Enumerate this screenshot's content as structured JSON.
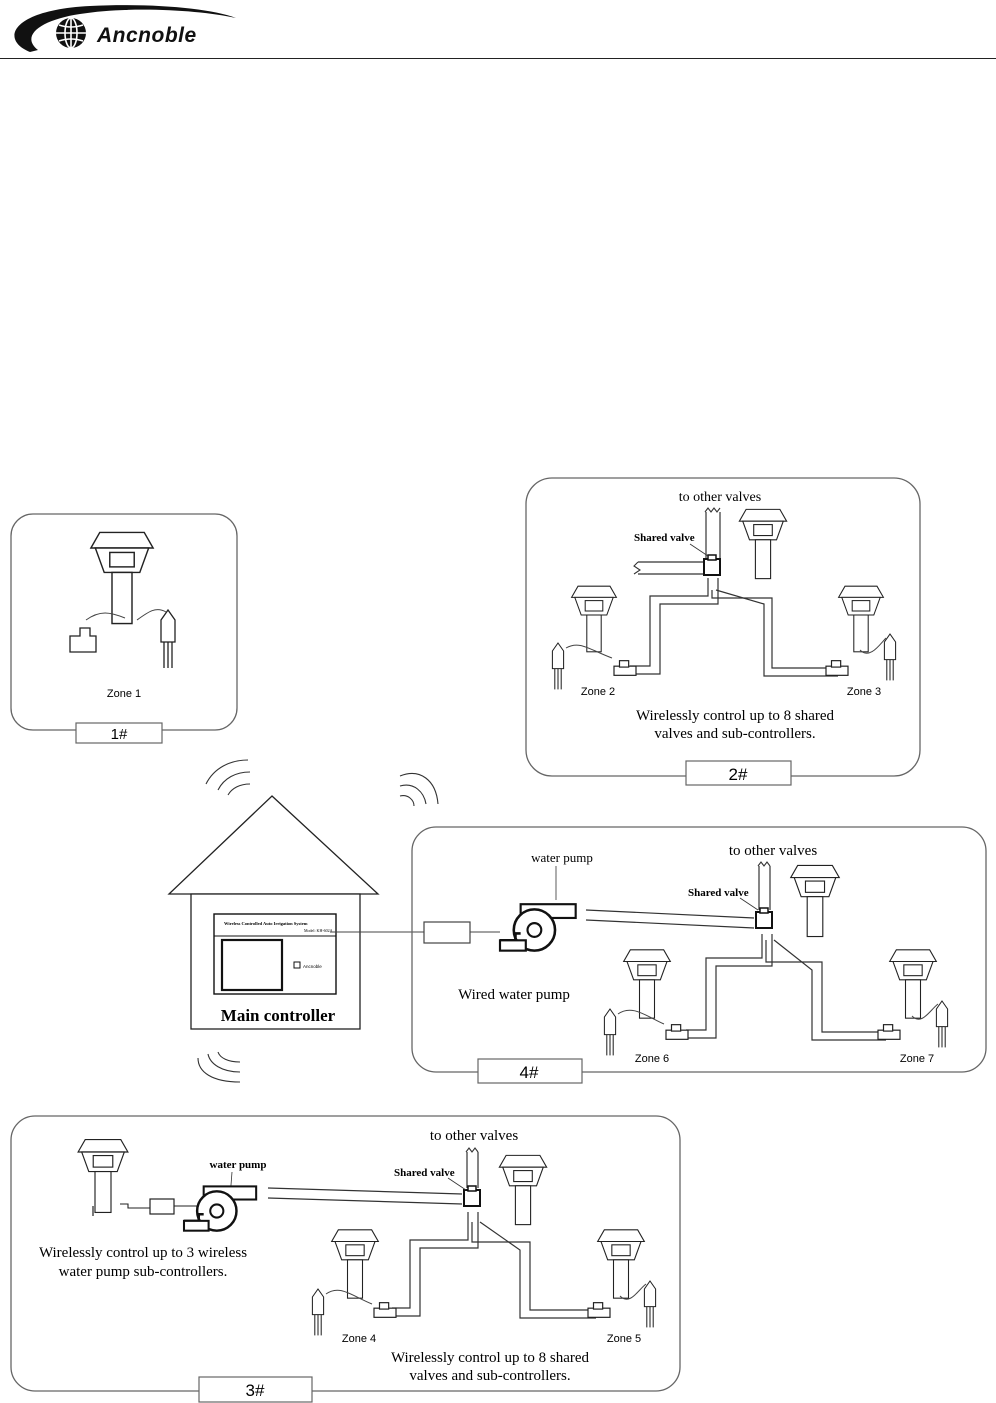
{
  "brand": {
    "name": "Ancnoble",
    "logo_icon": "globe-icon"
  },
  "panels": {
    "p1": {
      "label": "1#",
      "zone": "Zone 1"
    },
    "p2": {
      "label": "2#",
      "top": "to other valves",
      "shared": "Shared valve",
      "zone_a": "Zone 2",
      "zone_b": "Zone 3",
      "caption1": "Wirelessly control up to 8 shared",
      "caption2": "valves and sub-controllers."
    },
    "p4": {
      "label": "4#",
      "top": "to other valves",
      "pump": "water pump",
      "shared": "Shared valve",
      "wired": "Wired  water pump",
      "zone_a": "Zone 6",
      "zone_b": "Zone 7"
    },
    "p3": {
      "label": "3#",
      "top": "to other valves",
      "pump": "water pump",
      "shared": "Shared valve",
      "left1": "Wirelessly control up to 3 wireless",
      "left2": "water pump  sub-controllers.",
      "zone_a": "Zone 4",
      "zone_b": "Zone 5",
      "caption1": "Wirelessly control up to 8 shared",
      "caption2": "valves and sub-controllers."
    }
  },
  "controller": {
    "label": "Main controller",
    "panel_title": "Wireless Controlled Auto Irrigation System",
    "panel_model": "Model: KH-602A",
    "panel_brand": "Ancnoble"
  }
}
